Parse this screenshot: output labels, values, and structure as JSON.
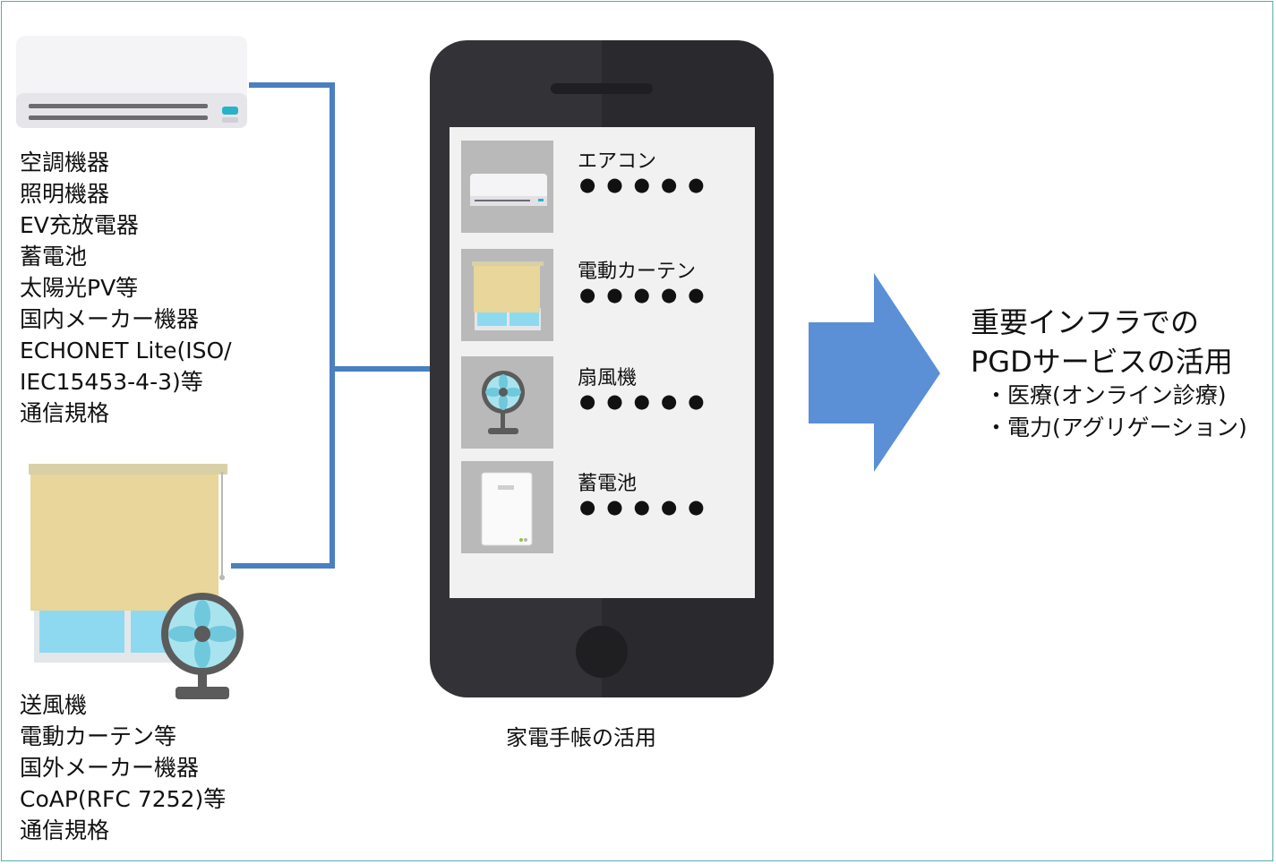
{
  "left_top_text": "空調機器\n照明機器\nEV充放電器\n蓄電池\n太陽光PV等\n国内メーカー機器\nECHONET Lite(ISO/\nIEC15453-4-3)等\n通信規格",
  "left_bottom_text": "送風機\n電動カーテン等\n国外メーカー機器\nCoAP(RFC 7252)等\n通信規格",
  "phone": {
    "caption": "家電手帳の活用",
    "apps": [
      {
        "name": "エアコン",
        "dots": "●●●●●",
        "icon": "air-conditioner-icon"
      },
      {
        "name": "電動カーテン",
        "dots": "●●●●●",
        "icon": "curtain-icon"
      },
      {
        "name": "扇風機",
        "dots": "●●●●●",
        "icon": "fan-icon"
      },
      {
        "name": "蓄電池",
        "dots": "●●●●●",
        "icon": "battery-icon"
      }
    ]
  },
  "right": {
    "title": "重要インフラでの\nPGDサービスの活用",
    "items": "・医療(オンライン診療)\n・電力(アグリゲーション)"
  },
  "colors": {
    "connector": "#4a7fc0",
    "arrow": "#5b8fd6",
    "phone_body": "#323237",
    "thumb_bg": "#b9b9b9",
    "frame": "#5aa8b8"
  }
}
